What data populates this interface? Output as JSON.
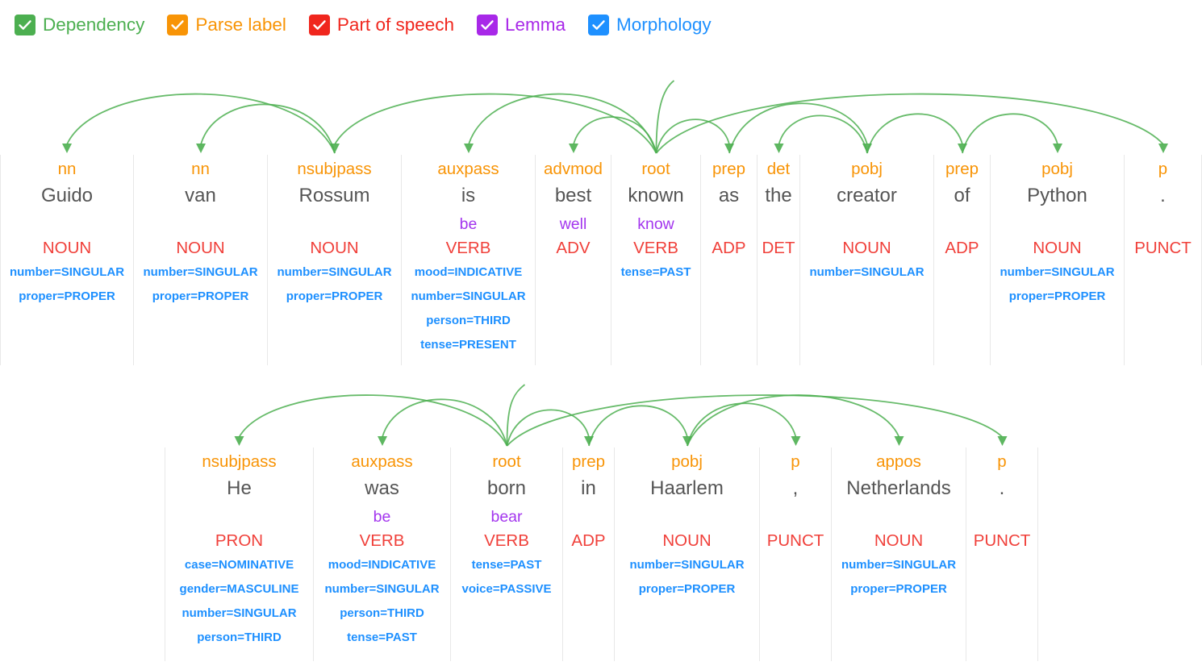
{
  "legend": {
    "items": [
      {
        "label": "Dependency",
        "color": "#4caf50",
        "icon": "checkbox-checked-icon",
        "checked": true
      },
      {
        "label": "Parse label",
        "color": "#f89406",
        "icon": "checkbox-checked-icon",
        "checked": true
      },
      {
        "label": "Part of speech",
        "color": "#f0261d",
        "icon": "checkbox-checked-icon",
        "checked": true
      },
      {
        "label": "Lemma",
        "color": "#a828e8",
        "icon": "checkbox-checked-icon",
        "checked": true
      },
      {
        "label": "Morphology",
        "color": "#1e90ff",
        "icon": "checkbox-checked-icon",
        "checked": true
      }
    ]
  },
  "colors": {
    "dependency": "#4caf50",
    "parse_label": "#f89406",
    "part_of_speech": "#f0403a",
    "lemma": "#a335ee",
    "morphology": "#1e90ff",
    "word": "#555555",
    "divider": "#e8e8e8",
    "background": "#ffffff"
  },
  "sentences": [
    {
      "text": "Guido van Rossum is best known as the creator of Python .",
      "tokens": [
        {
          "dep": "nn",
          "word": "Guido",
          "lemma": "",
          "pos": "NOUN",
          "morph": [
            "number=SINGULAR",
            "proper=PROPER"
          ],
          "width": 166
        },
        {
          "dep": "nn",
          "word": "van",
          "lemma": "",
          "pos": "NOUN",
          "morph": [
            "number=SINGULAR",
            "proper=PROPER"
          ],
          "width": 166
        },
        {
          "dep": "nsubjpass",
          "word": "Rossum",
          "lemma": "",
          "pos": "NOUN",
          "morph": [
            "number=SINGULAR",
            "proper=PROPER"
          ],
          "width": 166
        },
        {
          "dep": "auxpass",
          "word": "is",
          "lemma": "be",
          "pos": "VERB",
          "morph": [
            "mood=INDICATIVE",
            "number=SINGULAR",
            "person=THIRD",
            "tense=PRESENT"
          ],
          "width": 166
        },
        {
          "dep": "advmod",
          "word": "best",
          "lemma": "well",
          "pos": "ADV",
          "morph": [],
          "width": 94
        },
        {
          "dep": "root",
          "word": "known",
          "lemma": "know",
          "pos": "VERB",
          "morph": [
            "tense=PAST"
          ],
          "width": 111
        },
        {
          "dep": "prep",
          "word": "as",
          "lemma": "",
          "pos": "ADP",
          "morph": [],
          "width": 70
        },
        {
          "dep": "det",
          "word": "the",
          "lemma": "",
          "pos": "DET",
          "morph": [],
          "width": 53
        },
        {
          "dep": "pobj",
          "word": "creator",
          "lemma": "",
          "pos": "NOUN",
          "morph": [
            "number=SINGULAR"
          ],
          "width": 166
        },
        {
          "dep": "prep",
          "word": "of",
          "lemma": "",
          "pos": "ADP",
          "morph": [],
          "width": 70
        },
        {
          "dep": "pobj",
          "word": "Python",
          "lemma": "",
          "pos": "NOUN",
          "morph": [
            "number=SINGULAR",
            "proper=PROPER"
          ],
          "width": 166
        },
        {
          "dep": "p",
          "word": ".",
          "lemma": "",
          "pos": "PUNCT",
          "morph": [],
          "width": 96
        }
      ],
      "arcs": [
        {
          "from": 2,
          "to": 0,
          "label": "nn"
        },
        {
          "from": 2,
          "to": 1,
          "label": "nn"
        },
        {
          "from": 5,
          "to": 2,
          "label": "nsubjpass"
        },
        {
          "from": 5,
          "to": 3,
          "label": "auxpass"
        },
        {
          "from": 5,
          "to": 4,
          "label": "advmod"
        },
        {
          "from": 5,
          "to": 5,
          "label": "root"
        },
        {
          "from": 5,
          "to": 6,
          "label": "prep"
        },
        {
          "from": 8,
          "to": 7,
          "label": "det"
        },
        {
          "from": 6,
          "to": 8,
          "label": "pobj"
        },
        {
          "from": 8,
          "to": 9,
          "label": "prep"
        },
        {
          "from": 9,
          "to": 10,
          "label": "pobj"
        },
        {
          "from": 5,
          "to": 11,
          "label": "p"
        }
      ]
    },
    {
      "text": "He was born in Haarlem , Netherlands .",
      "tokens": [
        {
          "dep": "nsubjpass",
          "word": "He",
          "lemma": "",
          "pos": "PRON",
          "morph": [
            "case=NOMINATIVE",
            "gender=MASCULINE",
            "number=SINGULAR",
            "person=THIRD"
          ],
          "width": 185
        },
        {
          "dep": "auxpass",
          "word": "was",
          "lemma": "be",
          "pos": "VERB",
          "morph": [
            "mood=INDICATIVE",
            "number=SINGULAR",
            "person=THIRD",
            "tense=PAST"
          ],
          "width": 170
        },
        {
          "dep": "root",
          "word": "born",
          "lemma": "bear",
          "pos": "VERB",
          "morph": [
            "tense=PAST",
            "voice=PASSIVE"
          ],
          "width": 139
        },
        {
          "dep": "prep",
          "word": "in",
          "lemma": "",
          "pos": "ADP",
          "morph": [],
          "width": 64
        },
        {
          "dep": "pobj",
          "word": "Haarlem",
          "lemma": "",
          "pos": "NOUN",
          "morph": [
            "number=SINGULAR",
            "proper=PROPER"
          ],
          "width": 180
        },
        {
          "dep": "p",
          "word": ",",
          "lemma": "",
          "pos": "PUNCT",
          "morph": [],
          "width": 89
        },
        {
          "dep": "appos",
          "word": "Netherlands",
          "lemma": "",
          "pos": "NOUN",
          "morph": [
            "number=SINGULAR",
            "proper=PROPER"
          ],
          "width": 167
        },
        {
          "dep": "p",
          "word": ".",
          "lemma": "",
          "pos": "PUNCT",
          "morph": [],
          "width": 89
        }
      ],
      "arcs": [
        {
          "from": 2,
          "to": 0,
          "label": "nsubjpass"
        },
        {
          "from": 2,
          "to": 1,
          "label": "auxpass"
        },
        {
          "from": 2,
          "to": 2,
          "label": "root"
        },
        {
          "from": 2,
          "to": 3,
          "label": "prep"
        },
        {
          "from": 3,
          "to": 4,
          "label": "pobj"
        },
        {
          "from": 4,
          "to": 5,
          "label": "p"
        },
        {
          "from": 4,
          "to": 6,
          "label": "appos"
        },
        {
          "from": 2,
          "to": 7,
          "label": "p"
        }
      ]
    }
  ]
}
